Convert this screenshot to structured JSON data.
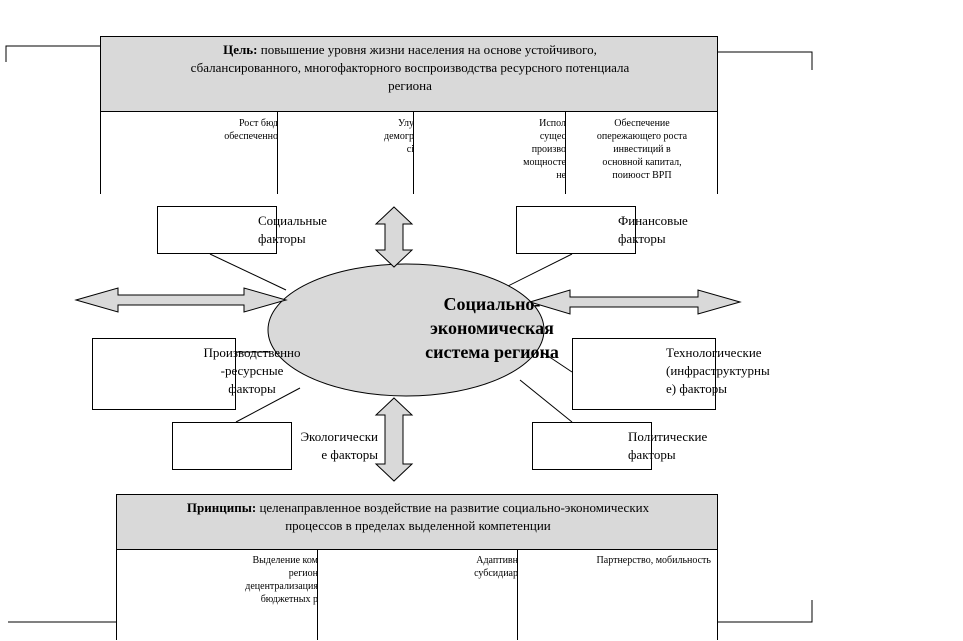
{
  "goal": {
    "label": "Цель:",
    "text_line1": "повышение уровня жизни населения на основе устойчивого,",
    "text_line2": "сбалансированного, многофакторного воспроизводства  ресурсного потенциала",
    "text_line3": "региона",
    "cells": [
      {
        "text": "Рост бюд\nобеспеченно"
      },
      {
        "text": "Улу\nдемогр\nсі"
      },
      {
        "text": "Испол\nсущес\nпроизво\nмощносте\nне"
      },
      {
        "text": "Обеспечение\nопережающего роста\nинвестиций в\nосновной капитал,\nпоиюост ВРП"
      }
    ]
  },
  "center": {
    "text": "Социально-\nэкономическая\nсистема региона"
  },
  "factors": {
    "social": "Социальные\nфакторы",
    "financial": "Финансовые\nфакторы",
    "production": "Производственно\n-ресурсные\nфакторы",
    "technological": "Технологические\n(инфраструктурны\nе)   факторы",
    "ecological": "Экологически\nе  факторы",
    "political": "Политические\nфакторы"
  },
  "principles": {
    "label": "Принципы:",
    "text_line1": "целенаправленное воздействие на развитие социально-экономических",
    "text_line2": "процессов в пределах выделенной компетенции",
    "cells": [
      {
        "text": "Выделение ком\nрегион\nдецентрализация\nбюджетных р"
      },
      {
        "text": "Адаптивн\nсубсидиар"
      },
      {
        "text": "Партнерство, мобильность"
      }
    ]
  }
}
